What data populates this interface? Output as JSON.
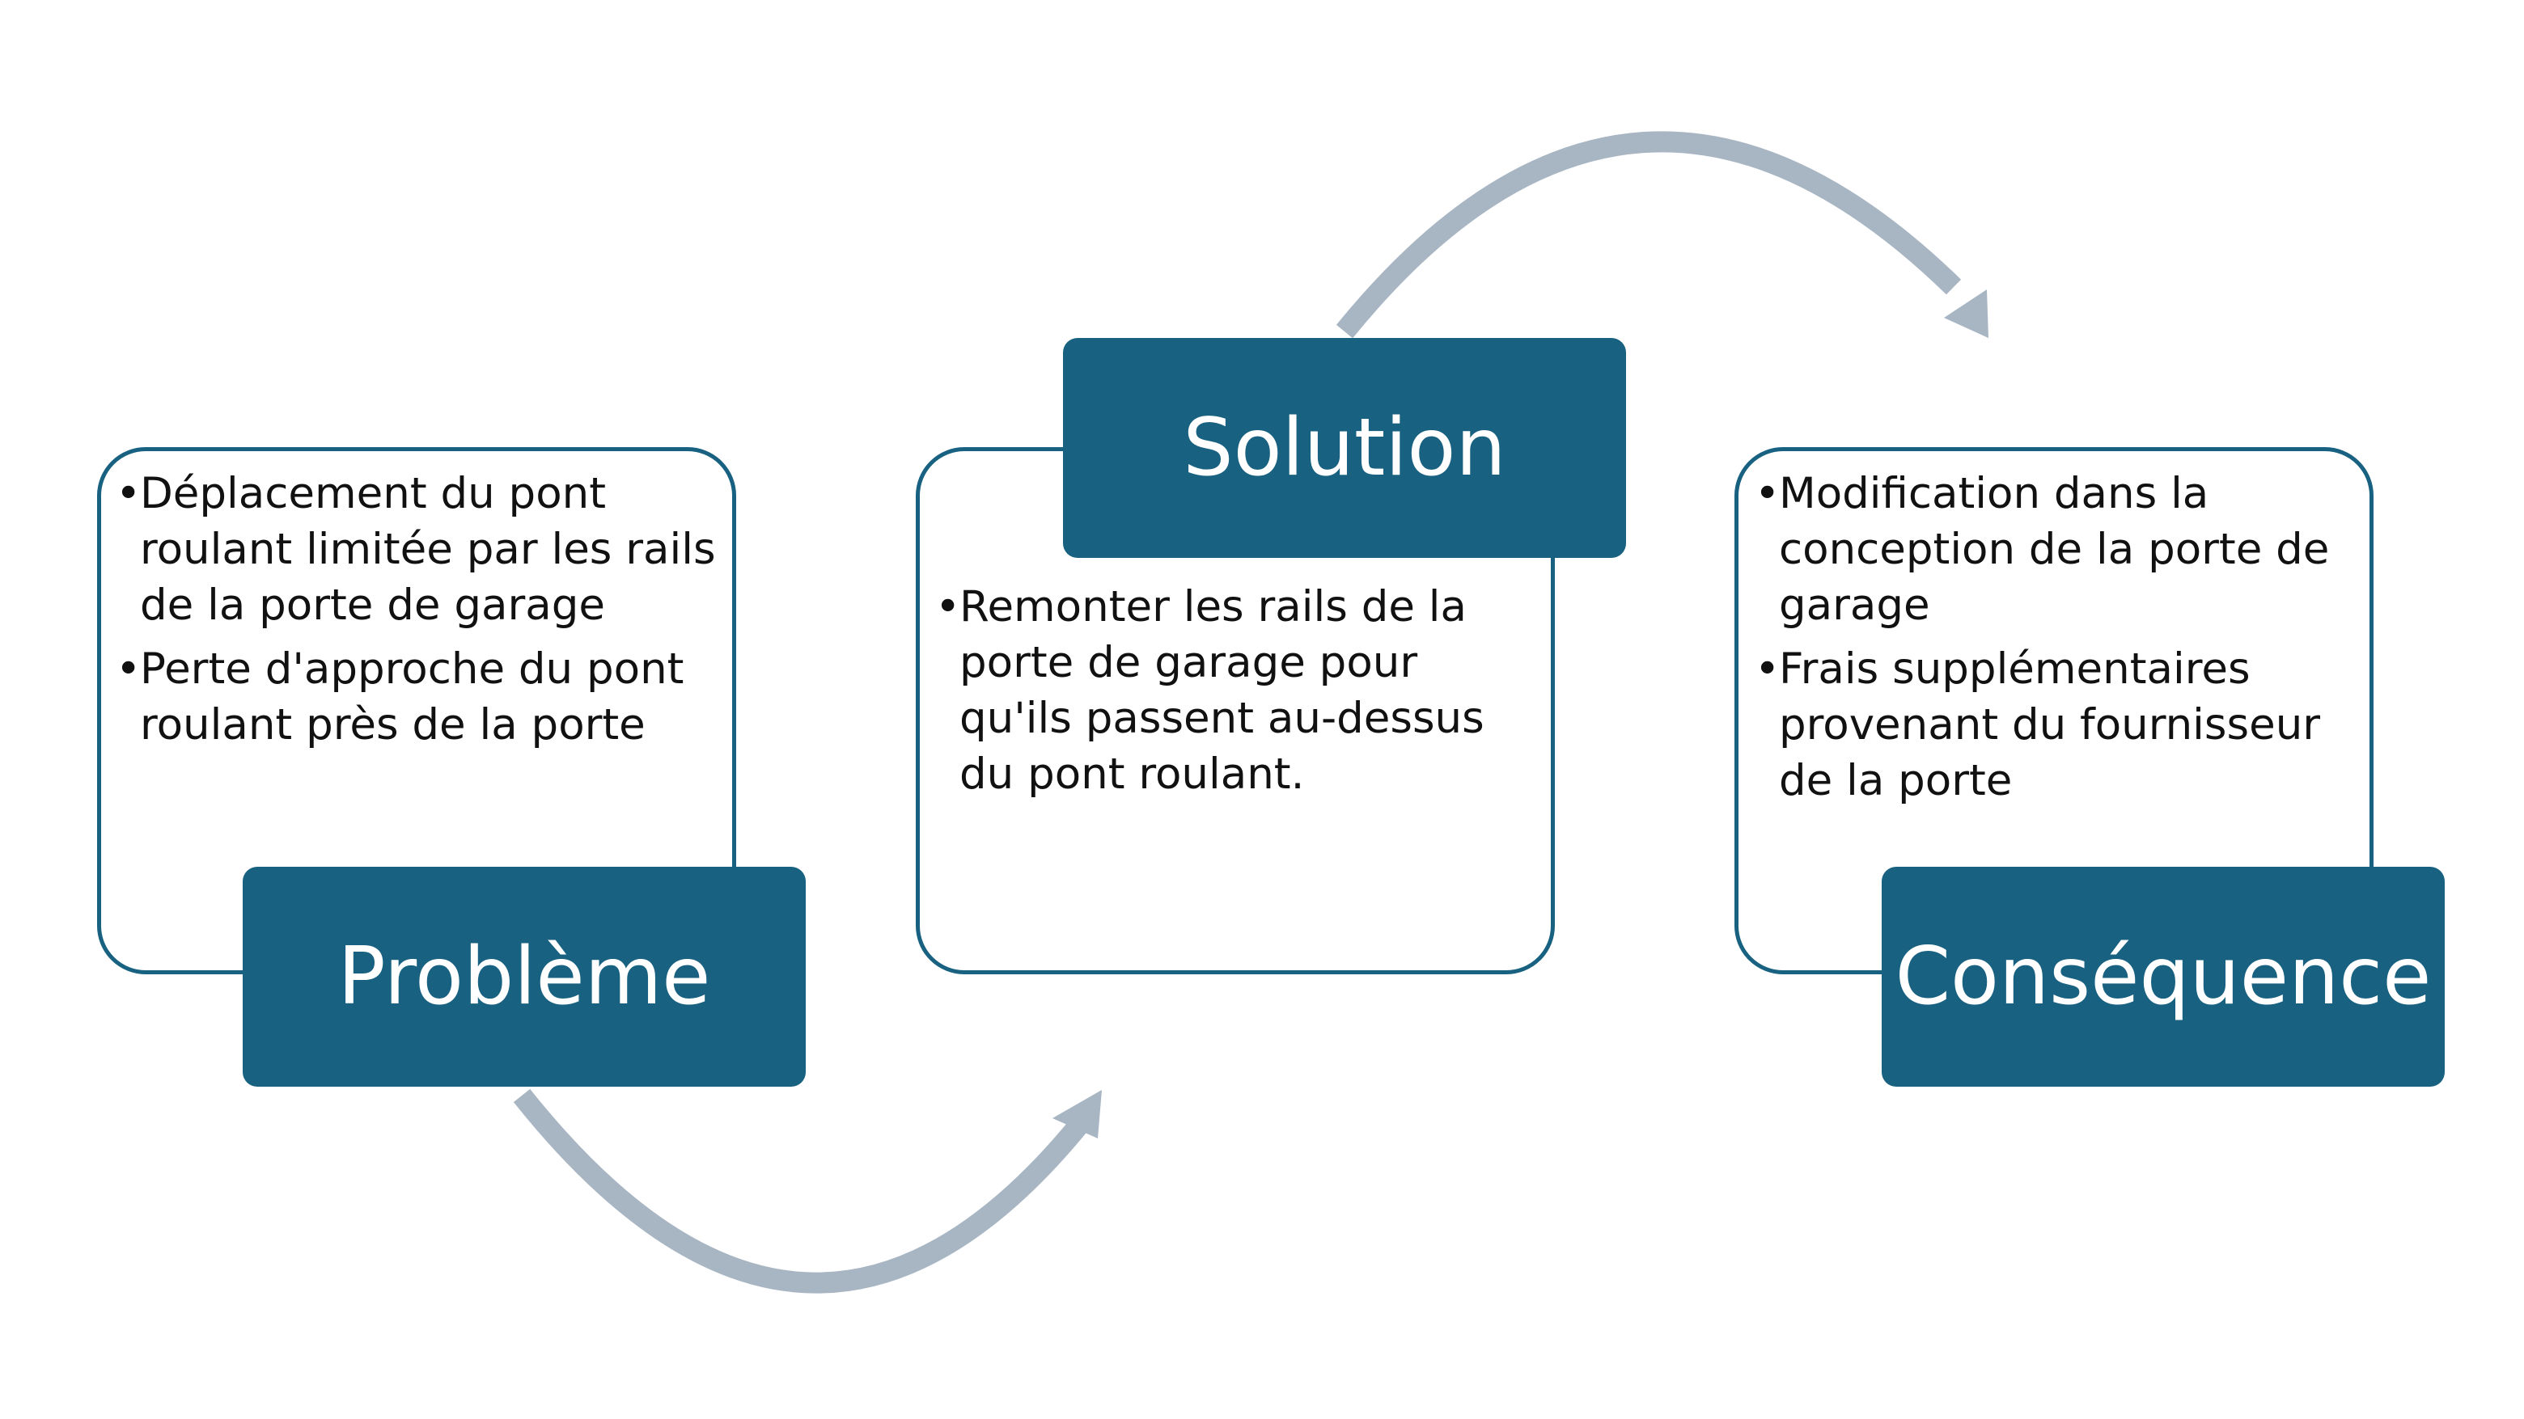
{
  "diagram": {
    "colors": {
      "box": "#186181",
      "arrow": "#A8B5C3",
      "text": "#111111"
    },
    "blocks": [
      {
        "title": "Problème",
        "bullets": [
          "Déplacement du pont roulant limitée par les rails de la porte de garage",
          "Perte d'approche du pont roulant près de la porte"
        ]
      },
      {
        "title": "Solution",
        "bullets": [
          "Remonter les rails de la porte de garage pour qu'ils passent au-dessus du pont roulant."
        ]
      },
      {
        "title": "Conséquence",
        "bullets": [
          "Modification dans la conception de la porte de garage",
          "Frais supplémentaires provenant du fournisseur de la porte"
        ]
      }
    ]
  }
}
